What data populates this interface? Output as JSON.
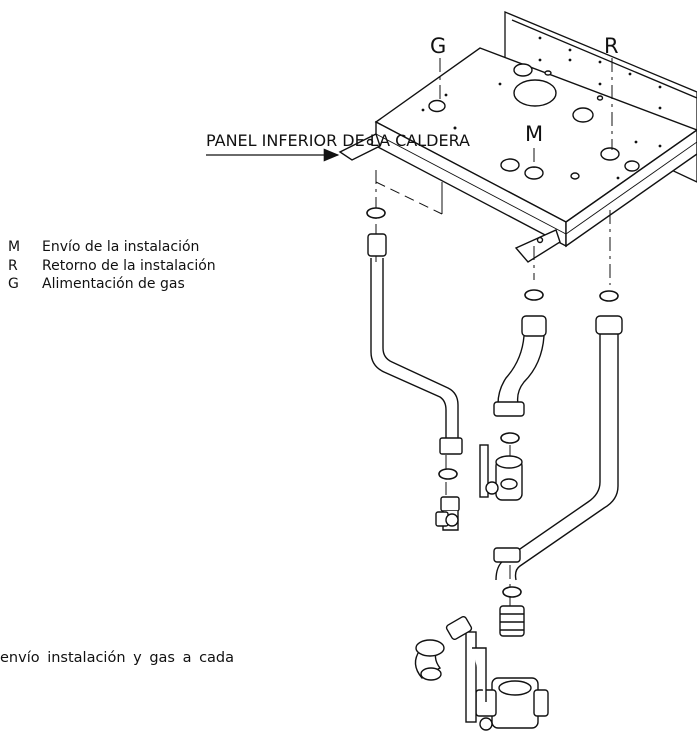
{
  "labels": {
    "g": "G",
    "r": "R",
    "m": "M",
    "panel": "PANEL INFERIOR DE LA CALDERA"
  },
  "legend": [
    {
      "key": "M",
      "text": "Envío de la instalación"
    },
    {
      "key": "R",
      "text": "Retorno de la instalación"
    },
    {
      "key": "G",
      "text": "Alimentación de gas"
    }
  ],
  "note": "envío instalación y gas a cada"
}
